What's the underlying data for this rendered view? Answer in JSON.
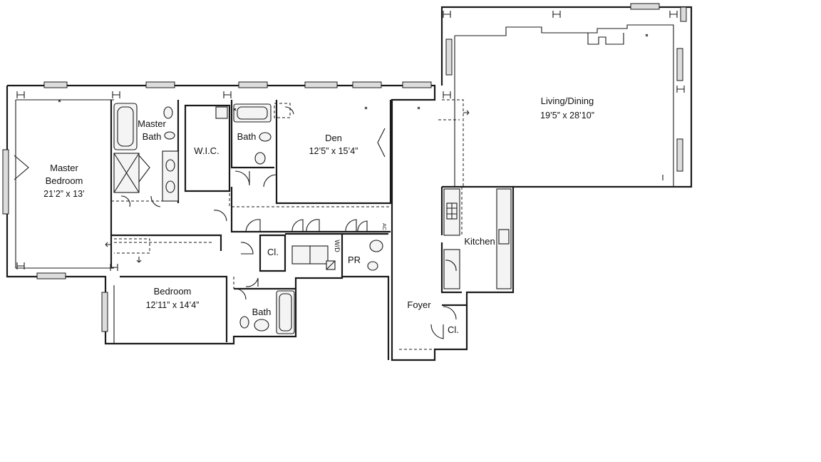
{
  "rooms": {
    "living": {
      "name": "Living/Dining",
      "dim": "19’5” x 28’10”"
    },
    "master_bedroom": {
      "name_line1": "Master",
      "name_line2": "Bedroom",
      "dim": "21’2” x 13’"
    },
    "master_bath": {
      "name_line1": "Master",
      "name_line2": "Bath"
    },
    "wic": {
      "name": "W.I.C."
    },
    "bath_upper": {
      "name": "Bath"
    },
    "den": {
      "name": "Den",
      "dim": "12’5” x 15’4”"
    },
    "kitchen": {
      "name": "Kitchen"
    },
    "closet_hall": {
      "name": "Cl."
    },
    "powder_room": {
      "name": "PR"
    },
    "washer_dryer": {
      "name": "W/D"
    },
    "bedroom": {
      "name": "Bedroom",
      "dim": "12’11” x 14’4”"
    },
    "bath_lower": {
      "name": "Bath"
    },
    "foyer": {
      "name": "Foyer"
    },
    "closet_foyer": {
      "name": "Cl."
    }
  },
  "annotations": {
    "ac_mark": "AC"
  }
}
